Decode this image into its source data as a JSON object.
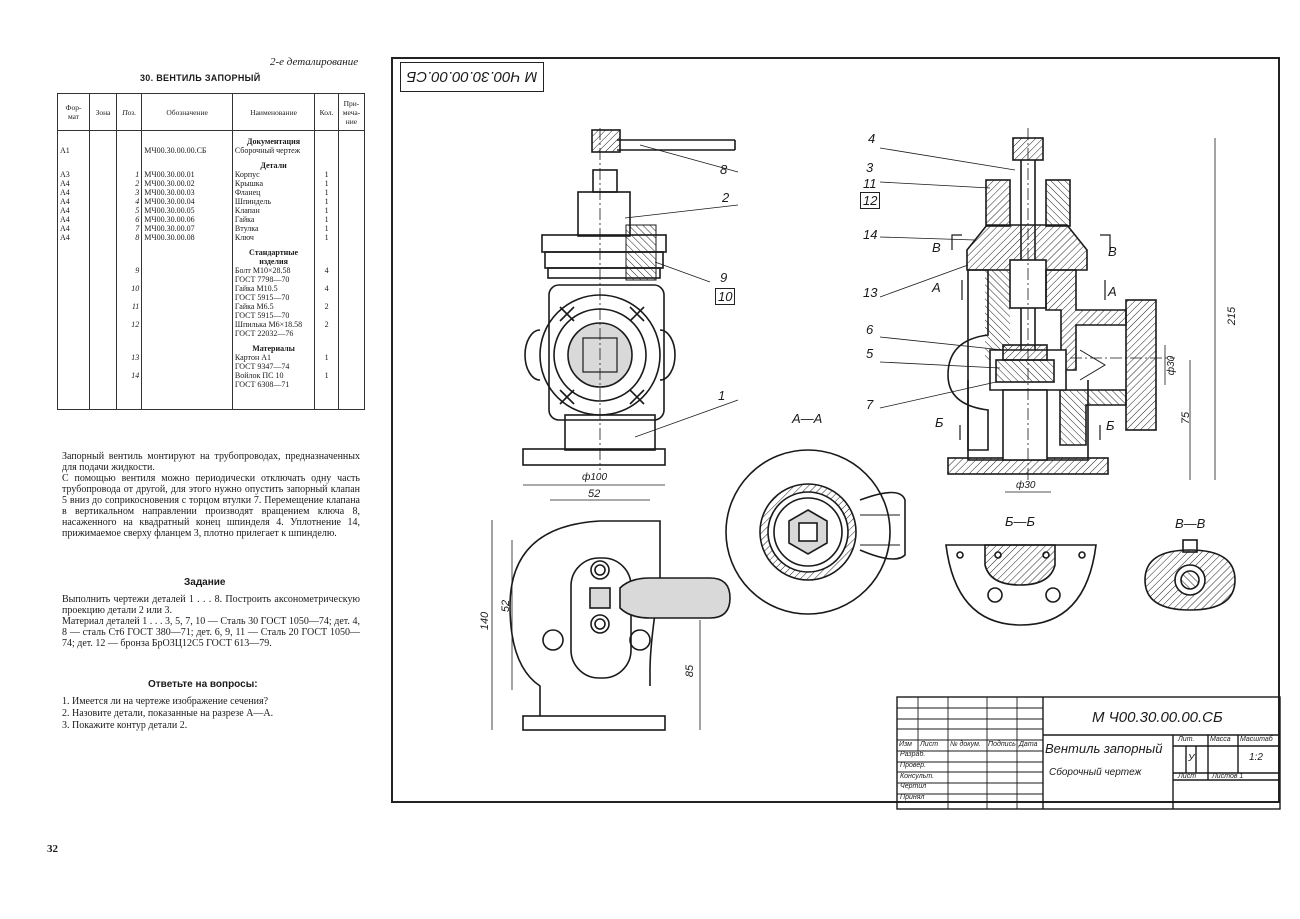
{
  "page": {
    "section_header": "2-е деталирование",
    "title": "30. ВЕНТИЛЬ ЗАПОРНЫЙ",
    "page_number": "32"
  },
  "spec_table": {
    "headers": [
      "Фор-мат",
      "Зона",
      "Поз.",
      "Обозначение",
      "Наименование",
      "Кол.",
      "При-меча-ние"
    ],
    "sections": [
      {
        "title": "Документация",
        "rows": [
          {
            "fmt": "A1",
            "pos": "",
            "des": "МЧ00.30.00.00.СБ",
            "name": "Сборочный чертеж",
            "qty": ""
          }
        ]
      },
      {
        "title": "Детали",
        "rows": [
          {
            "fmt": "A3",
            "pos": "1",
            "des": "МЧ00.30.00.01",
            "name": "Корпус",
            "qty": "1"
          },
          {
            "fmt": "A4",
            "pos": "2",
            "des": "МЧ00.30.00.02",
            "name": "Крышка",
            "qty": "1"
          },
          {
            "fmt": "A4",
            "pos": "3",
            "des": "МЧ00.30.00.03",
            "name": "Фланец",
            "qty": "1"
          },
          {
            "fmt": "A4",
            "pos": "4",
            "des": "МЧ00.30.00.04",
            "name": "Шпиндель",
            "qty": "1"
          },
          {
            "fmt": "A4",
            "pos": "5",
            "des": "МЧ00.30.00.05",
            "name": "Клапан",
            "qty": "1"
          },
          {
            "fmt": "A4",
            "pos": "6",
            "des": "МЧ00.30.00.06",
            "name": "Гайка",
            "qty": "1"
          },
          {
            "fmt": "A4",
            "pos": "7",
            "des": "МЧ00.30.00.07",
            "name": "Втулка",
            "qty": "1"
          },
          {
            "fmt": "A4",
            "pos": "8",
            "des": "МЧ00.30.00.08",
            "name": "Ключ",
            "qty": "1"
          }
        ]
      },
      {
        "title": "Стандартные изделия",
        "rows": [
          {
            "fmt": "",
            "pos": "9",
            "des": "",
            "name": "Болт М10×28.58",
            "qty": "4"
          },
          {
            "fmt": "",
            "pos": "",
            "des": "",
            "name": "ГОСТ 7798—70",
            "qty": ""
          },
          {
            "fmt": "",
            "pos": "10",
            "des": "",
            "name": "Гайка М10.5",
            "qty": "4"
          },
          {
            "fmt": "",
            "pos": "",
            "des": "",
            "name": "ГОСТ 5915—70",
            "qty": ""
          },
          {
            "fmt": "",
            "pos": "11",
            "des": "",
            "name": "Гайка М6.5",
            "qty": "2"
          },
          {
            "fmt": "",
            "pos": "",
            "des": "",
            "name": "ГОСТ 5915—70",
            "qty": ""
          },
          {
            "fmt": "",
            "pos": "12",
            "des": "",
            "name": "Шпилька М6×18.58",
            "qty": "2"
          },
          {
            "fmt": "",
            "pos": "",
            "des": "",
            "name": "ГОСТ 22032—76",
            "qty": ""
          }
        ]
      },
      {
        "title": "Материалы",
        "rows": [
          {
            "fmt": "",
            "pos": "13",
            "des": "",
            "name": "Картон А1",
            "qty": "1"
          },
          {
            "fmt": "",
            "pos": "",
            "des": "",
            "name": "ГОСТ 9347—74",
            "qty": ""
          },
          {
            "fmt": "",
            "pos": "14",
            "des": "",
            "name": "Войлок ПС 10",
            "qty": "1"
          },
          {
            "fmt": "",
            "pos": "",
            "des": "",
            "name": "ГОСТ 6308—71",
            "qty": ""
          }
        ]
      }
    ]
  },
  "description": [
    "Запорный вентиль монтируют на трубопроводах, предназначенных для подачи жидкости.",
    "С помощью вентиля можно периодически отключать одну часть трубопровода от другой, для этого нужно опустить запорный клапан 5 вниз до соприкосновения с торцом втулки 7. Перемещение клапана в вертикальном направлении производят вращением ключа 8, насаженного на квадратный конец шпинделя 4. Уплотнение 14, прижимаемое сверху фланцем 3, плотно прилегает к шпинделю."
  ],
  "task": {
    "heading": "Задание",
    "paragraphs": [
      "Выполнить чертежи деталей 1 . . . 8. Построить аксонометрическую проекцию детали 2 или 3.",
      "Материал деталей 1 . . . 3, 5, 7, 10 — Сталь 30 ГОСТ 1050—74; дет. 4, 8 — сталь Ст6 ГОСТ 380—71; дет. 6, 9, 11 — Сталь 20 ГОСТ 1050—74; дет. 12 — бронза БрОЗЦ12С5 ГОСТ 613—79."
    ]
  },
  "questions": {
    "heading": "Ответьте на вопросы:",
    "items": [
      "1. Имеется ли на чертеже изображение сечения?",
      "2. Назовите детали, показанные на разрезе А—А.",
      "3. Покажите контур детали 2."
    ]
  },
  "drawing": {
    "stamp": "М Ч00.30.00.00.СБ",
    "front_labels": [
      "8",
      "2",
      "9",
      "10",
      "1"
    ],
    "section_labels": [
      "4",
      "3",
      "11",
      "12",
      "14",
      "13",
      "6",
      "5",
      "7"
    ],
    "cut_marks": [
      "В",
      "В",
      "А",
      "А",
      "Б",
      "Б"
    ],
    "view_titles": [
      "А—А",
      "Б—Б",
      "В—В"
    ],
    "dimensions": [
      "ф100",
      "52",
      "52",
      "140",
      "85",
      "215",
      "ф30",
      "75",
      "ф30"
    ]
  },
  "title_block": {
    "drawing_number": "М Ч00.30.00.00.СБ",
    "name": "Вентиль запорный",
    "doc_type": "Сборочный чертеж",
    "cols": [
      "Изм",
      "Лист",
      "№ докум.",
      "Подпись",
      "Дата"
    ],
    "roles": [
      "Разраб.",
      "Провер.",
      "Консульт.",
      "Чертил",
      "Принял"
    ],
    "lit_label": "Лит.",
    "mass_label": "Масса",
    "scale_label": "Масштаб",
    "lit_value": "У",
    "scale_value": "1:2",
    "sheet_label": "Лист",
    "sheets_label": "Листов 1"
  }
}
